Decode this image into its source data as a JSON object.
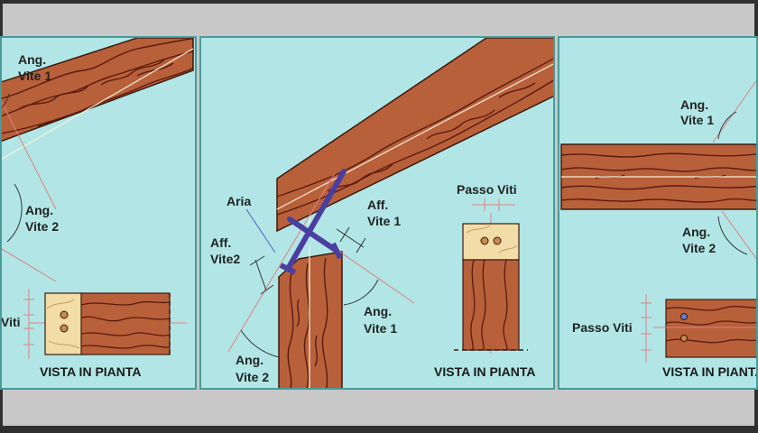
{
  "colors": {
    "panel_bg": "#b2e6e6",
    "wood": "#b8603a",
    "wood_end_grain": "#f2dca8",
    "grain_lines": "#5a1a10",
    "screw": "#4a3fa0",
    "axis_line": "#e08080",
    "dimension_line": "#333333"
  },
  "panel_1": {
    "ang_vite_1": [
      "Ang.",
      "Vite 1"
    ],
    "ang_vite_2": [
      "Ang.",
      "Vite 2"
    ],
    "passo_viti_partial": "Viti",
    "plan_title": "VISTA IN PIANTA"
  },
  "panel_2": {
    "aria": "Aria",
    "aff_vite_1": [
      "Aff.",
      "Vite 1"
    ],
    "aff_vite_2": [
      "Aff.",
      "Vite2"
    ],
    "ang_vite_1": [
      "Ang.",
      "Vite 1"
    ],
    "ang_vite_2": [
      "Ang.",
      "Vite 2"
    ],
    "passo_viti": "Passo Viti",
    "plan_title": "VISTA IN PIANTA"
  },
  "panel_3": {
    "ang_vite_1": [
      "Ang.",
      "Vite 1"
    ],
    "ang_vite_2": [
      "Ang.",
      "Vite 2"
    ],
    "passo_viti": "Passo Viti",
    "plan_title": "VISTA IN PIANTA"
  }
}
